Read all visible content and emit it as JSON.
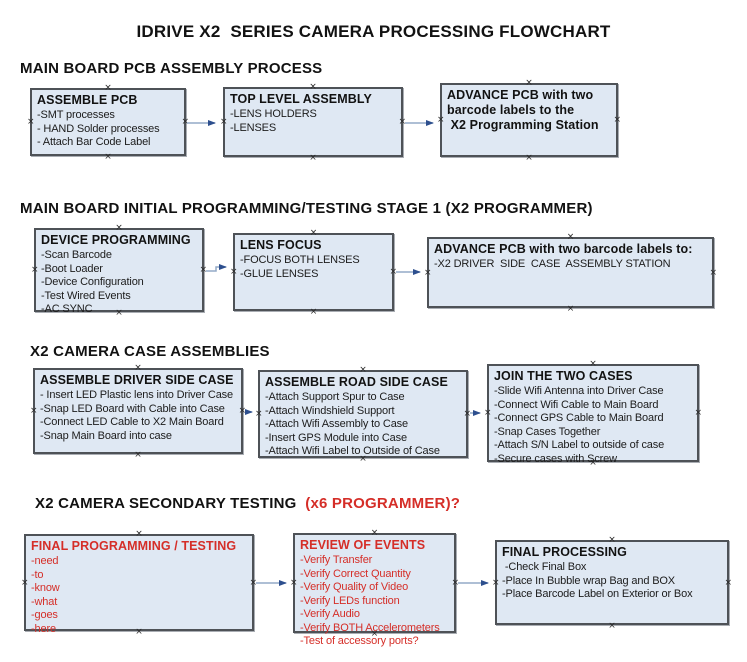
{
  "title": "IDRIVE X2  SERIES CAMERA PROCESSING FLOWCHART",
  "colors": {
    "box_fill": "#dfe8f3",
    "box_border": "#4e5257",
    "arrow_line": "#93aac7",
    "arrow_head": "#2d4f8e",
    "red_text": "#d52e28",
    "black_text": "#121212"
  },
  "sections": [
    {
      "heading": "MAIN BOARD PCB ASSEMBLY PROCESS",
      "boxes": [
        {
          "title": "ASSEMBLE PCB",
          "items": [
            "-SMT processes",
            "- HAND Solder processes",
            "- Attach Bar Code Label"
          ]
        },
        {
          "title": "TOP LEVEL ASSEMBLY",
          "items": [
            "-LENS HOLDERS",
            "-LENSES"
          ]
        },
        {
          "title": "ADVANCE PCB with two\nbarcode labels to the\n X2 Programming Station",
          "items": []
        }
      ]
    },
    {
      "heading": "MAIN BOARD INITIAL PROGRAMMING/TESTING STAGE 1 (X2 PROGRAMMER)",
      "boxes": [
        {
          "title": "DEVICE PROGRAMMING",
          "items": [
            "-Scan Barcode",
            "-Boot Loader",
            "-Device Configuration",
            "-Test Wired Events",
            "-AC SYNC"
          ]
        },
        {
          "title": "LENS FOCUS",
          "items": [
            "-FOCUS BOTH LENSES",
            "-GLUE LENSES"
          ]
        },
        {
          "title": "ADVANCE PCB with two barcode labels to:",
          "items": [
            "-X2 DRIVER  SIDE  CASE  ASSEMBLY STATION"
          ]
        }
      ]
    },
    {
      "heading": "X2 CAMERA CASE ASSEMBLIES",
      "boxes": [
        {
          "title": "ASSEMBLE DRIVER SIDE CASE",
          "items": [
            "- Insert LED Plastic lens into Driver Case",
            "-Snap LED Board with Cable into Case",
            "-Connect LED Cable to X2 Main Board",
            "-Snap Main Board into case"
          ]
        },
        {
          "title": "ASSEMBLE ROAD SIDE CASE",
          "items": [
            "-Attach Support Spur to Case",
            "-Attach Windshield Support",
            "-Attach Wifi Assembly to Case",
            "-Insert GPS Module into Case",
            "-Attach Wifi Label to Outside of Case"
          ]
        },
        {
          "title": "JOIN THE TWO CASES",
          "items": [
            "-Slide Wifi Antenna into Driver Case",
            "-Connect Wifi Cable to Main Board",
            "-Connect GPS Cable to Main Board",
            "-Snap Cases Together",
            "-Attach S/N Label to outside of case",
            "-Secure cases with Screw"
          ]
        }
      ]
    },
    {
      "heading": "X2 CAMERA SECONDARY TESTING",
      "heading_red": "  (x6 PROGRAMMER)?",
      "boxes": [
        {
          "title": "FINAL PROGRAMMING / TESTING",
          "items": [
            "-need",
            "-to",
            "-know",
            "-what",
            "-goes",
            "-here"
          ]
        },
        {
          "title": "REVIEW OF EVENTS",
          "items": [
            "-Verify Transfer",
            "-Verify Correct Quantity",
            "-Verify Quality of Video",
            "-Verify LEDs function",
            "-Verify Audio",
            "-Verify BOTH Accelerometers",
            "-Test of accessory ports?"
          ]
        },
        {
          "title": "FINAL PROCESSING",
          "items": [
            " -Check Final Box",
            "-Place In Bubble wrap Bag and BOX",
            "-Place Barcode Label on Exterior or Box"
          ]
        }
      ]
    }
  ]
}
